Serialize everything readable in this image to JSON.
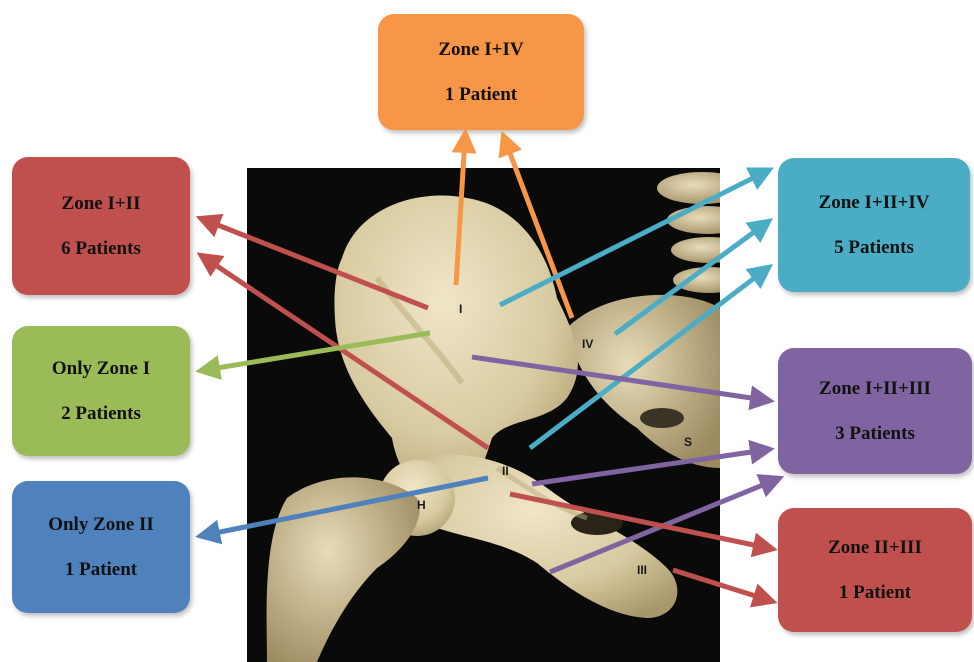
{
  "image_labels": {
    "zone1": "I",
    "zone2": "II",
    "zone3": "III",
    "zone4": "IV",
    "hip": "H",
    "sacrum": "S"
  },
  "boxes": {
    "zone_1_4": {
      "title": "Zone I+IV",
      "count": "1 Patient",
      "color": "#f79646"
    },
    "zone_1_2": {
      "title": "Zone I+II",
      "count": "6 Patients",
      "color": "#c0504d"
    },
    "only_zone_1": {
      "title": "Only Zone I",
      "count": "2 Patients",
      "color": "#9bbb59"
    },
    "only_zone_2": {
      "title": "Only Zone II",
      "count": "1 Patient",
      "color": "#4f81bd"
    },
    "zone_1_2_4": {
      "title": "Zone I+II+IV",
      "count": "5 Patients",
      "color": "#4bacc6"
    },
    "zone_1_2_3": {
      "title": "Zone I+II+III",
      "count": "3 Patients",
      "color": "#8064a2"
    },
    "zone_2_3": {
      "title": "Zone II+III",
      "count": "1 Patient",
      "color": "#c0504d"
    }
  }
}
